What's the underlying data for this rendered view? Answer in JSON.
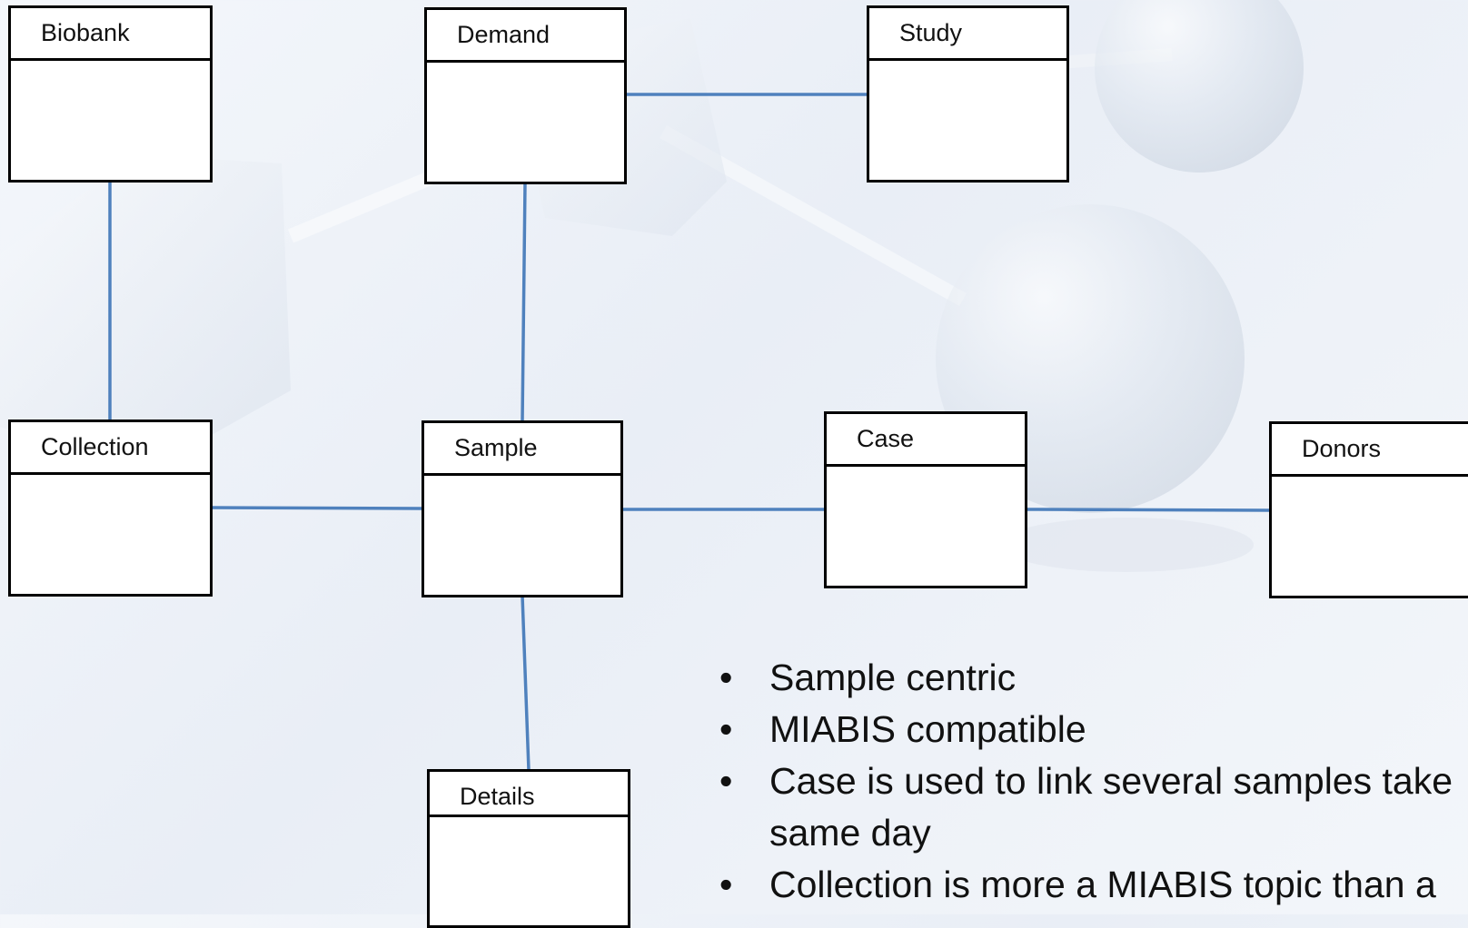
{
  "diagram": {
    "entities": {
      "biobank": "Biobank",
      "demand": "Demand",
      "study": "Study",
      "collection": "Collection",
      "sample": "Sample",
      "case": "Case",
      "donors": "Donors",
      "details": "Details"
    },
    "edges": [
      [
        "demand",
        "study"
      ],
      [
        "biobank",
        "collection"
      ],
      [
        "demand",
        "sample"
      ],
      [
        "collection",
        "sample"
      ],
      [
        "sample",
        "case"
      ],
      [
        "case",
        "donors"
      ],
      [
        "sample",
        "details"
      ]
    ],
    "edge_color": "#4f81bd"
  },
  "notes": {
    "bullet_symbol": "•",
    "items": [
      "Sample centric",
      "MIABIS compatible",
      "Case is used to link several samples take",
      "same day",
      "Collection is more a MIABIS topic than a"
    ]
  }
}
